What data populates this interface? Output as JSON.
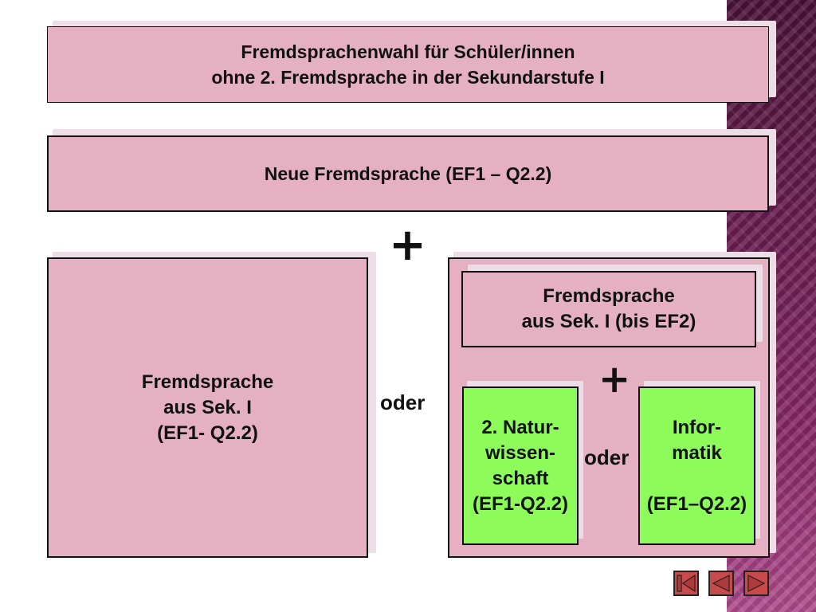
{
  "slide": {
    "title_box": "Fremdsprachenwahl für Schüler/innen\nohne 2. Fremdsprache in der Sekundarstufe I",
    "new_language_box": "Neue Fremdsprache (EF1 – Q2.2)",
    "plus_main": "+",
    "left_option_box": "Fremdsprache\naus Sek. I\n(EF1- Q2.2)",
    "or_main": "oder",
    "right_top_box": "Fremdsprache\naus Sek. I (bis EF2)",
    "plus_inner": "+",
    "science_box": "2. Natur-\nwissen-\nschaft\n(EF1-Q2.2)",
    "or_inner": "oder",
    "informatics_box": "Infor-\nmatik\n\n(EF1–Q2.2)"
  },
  "colors": {
    "box_pink": "#e4b0c2",
    "box_green": "#8dfc5a",
    "nav_red": "#c94a4a",
    "side_stripe": "#6b1d52"
  },
  "nav_buttons": [
    "first-slide-icon",
    "previous-slide-icon",
    "next-slide-icon"
  ]
}
